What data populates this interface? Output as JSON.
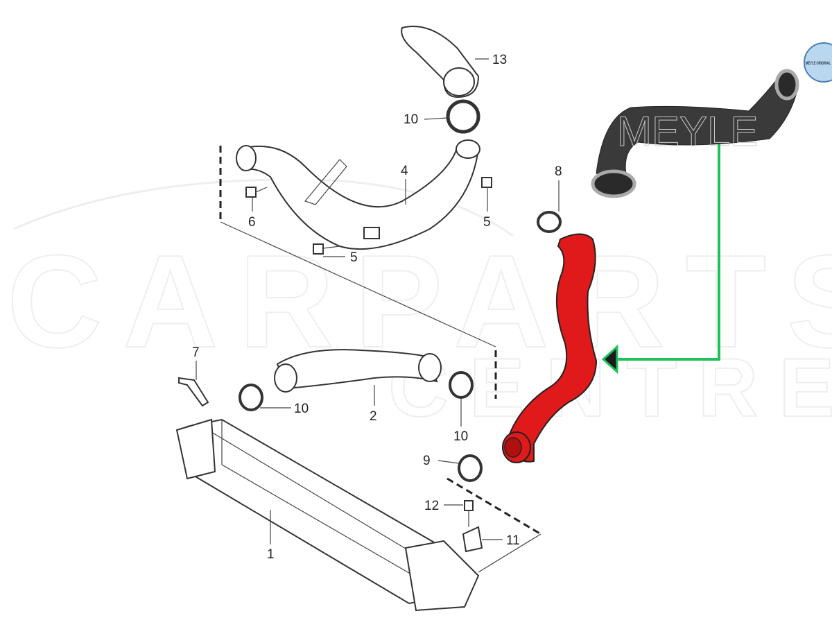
{
  "watermark": "CARPARTS CENTRE",
  "brand_badge": "MEYLE ORIGINAL",
  "product_watermark": "MEYLE",
  "colors": {
    "highlight": "#e0191b",
    "arrow": "#1dc25a",
    "hose_photo": "#3a3a3a"
  },
  "callouts": {
    "c13": "13",
    "c10_top": "10",
    "c4": "4",
    "c6": "6",
    "c5_right": "5",
    "c5_bottom": "5",
    "c8": "8",
    "c7": "7",
    "c10_left": "10",
    "c2": "2",
    "c10_right": "10",
    "c9": "9",
    "c12": "12",
    "c11": "11",
    "c1": "1"
  }
}
